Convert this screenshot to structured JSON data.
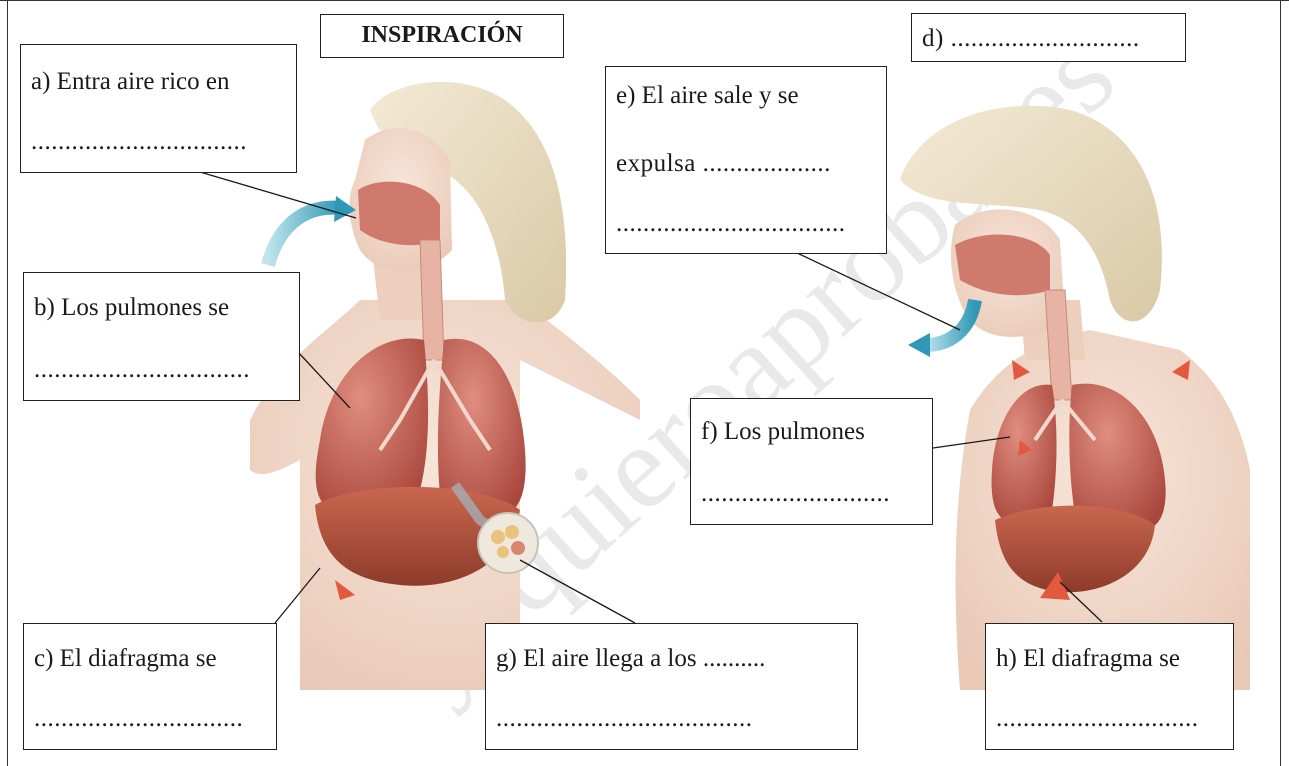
{
  "title": "INSPIRACIÓN",
  "watermark": "yoquieroaprobar.es",
  "labels": {
    "a": {
      "line1": "a) Entra aire rico en",
      "line2": "................................"
    },
    "b": {
      "line1": "b) Los pulmones se",
      "line2": "................................"
    },
    "c": {
      "line1": "c) El diafragma se",
      "line2": "..............................."
    },
    "d": {
      "line1": "d) ............................"
    },
    "e": {
      "line1": "e) El aire sale y se",
      "line2": "expulsa ...................",
      "line3": ".................................."
    },
    "f": {
      "line1": "f) Los pulmones",
      "line2": "............................"
    },
    "g": {
      "line1": "g) El aire llega a los  ..........",
      "line2": "......................................"
    },
    "h": {
      "line1": "h) El diafragma se",
      "line2": ".............................."
    }
  },
  "colors": {
    "skin": "#f1d9c9",
    "hair": "#e8dcc0",
    "lung": "#c96a5e",
    "diaphragm": "#b55a44",
    "airflow_arrow": "#3aa7c2",
    "pressure_arrow": "#e2593f",
    "watermark": "#e6e6e6"
  },
  "icons": [
    "inhale-arrow-icon",
    "exhale-arrow-icon",
    "alveoli-zoom-icon"
  ]
}
